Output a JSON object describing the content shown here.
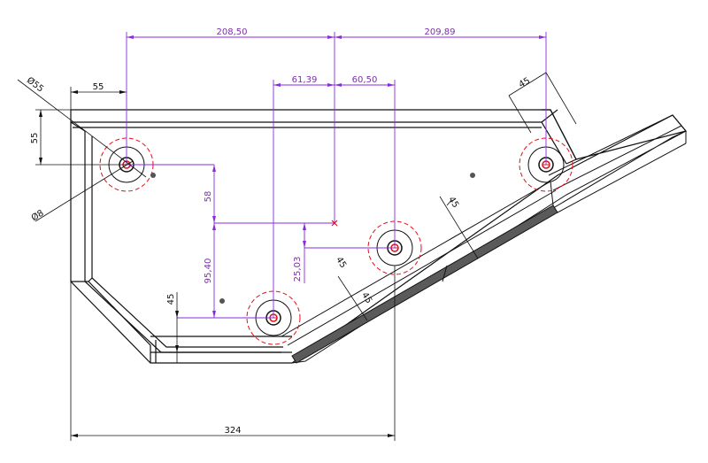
{
  "drawing": {
    "colors": {
      "outline": "#111111",
      "dimension_purple": "#8a2be2",
      "dimension_black": "#111111",
      "center_mark_red": "#e0101a",
      "tube_fill": "#5a5a5a"
    },
    "dimensions_top": {
      "d1": "208,50",
      "d2": "209,89",
      "d3": "61,39",
      "d4": "60,50"
    },
    "dimensions_left": {
      "d55_top": "55",
      "d55_side": "55",
      "dia55": "Ø55",
      "dia8": "Ø8"
    },
    "dimensions_mid": {
      "v58": "58",
      "v9540": "95,40",
      "v2503": "25,03",
      "v45_left": "45"
    },
    "dimensions_angled": {
      "a45_right": "45",
      "a45_mid": "45",
      "a45_low": "45",
      "a45_corner": "45"
    },
    "dimension_bottom": {
      "overall": "324"
    }
  }
}
